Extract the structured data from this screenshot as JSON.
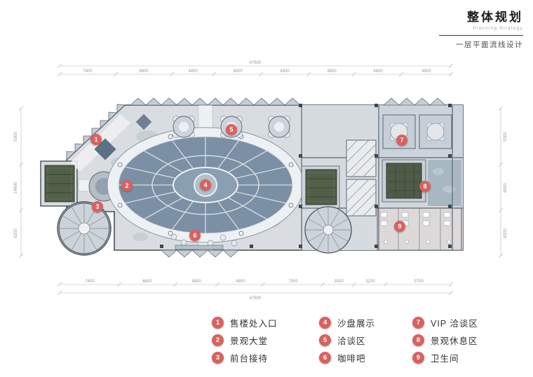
{
  "header": {
    "title": "整体规划",
    "subtitle": "Planning Strategy",
    "section": "一层平面流线设计"
  },
  "dimensions": {
    "top": {
      "total": "47600",
      "segments": [
        "7400",
        "6600",
        "4800",
        "4800",
        "4800",
        "4800",
        "4800",
        "4800"
      ]
    },
    "bottom": {
      "total": "47600",
      "segments": [
        "7400",
        "6600",
        "4800",
        "4800",
        "7500",
        "3000",
        "3200",
        "5700"
      ]
    },
    "left": {
      "segments": [
        "5300",
        "14600",
        "6200"
      ]
    },
    "right": {
      "segments": [
        "5300",
        "6000",
        "6200"
      ]
    }
  },
  "markers": [
    "1",
    "2",
    "3",
    "4",
    "5",
    "6",
    "7",
    "8",
    "9"
  ],
  "legend": {
    "columns": [
      {
        "items": [
          {
            "num": "1",
            "label": "售楼处入口"
          },
          {
            "num": "2",
            "label": "景观大堂"
          },
          {
            "num": "3",
            "label": "前台接待"
          }
        ]
      },
      {
        "items": [
          {
            "num": "4",
            "label": "沙盘展示"
          },
          {
            "num": "5",
            "label": "洽谈区"
          },
          {
            "num": "6",
            "label": "咖啡吧"
          }
        ]
      },
      {
        "items": [
          {
            "num": "7",
            "label": "VIP 洽谈区"
          },
          {
            "num": "8",
            "label": "景观休息区"
          },
          {
            "num": "9",
            "label": "卫生间"
          }
        ]
      }
    ]
  },
  "colors": {
    "marker_red": "#d9625e",
    "plan_slate_blue": "#7b90a5",
    "planter_green": "#525f49",
    "floor_gray": "#d9dde2"
  }
}
